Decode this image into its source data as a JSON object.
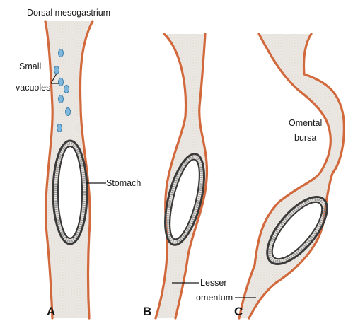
{
  "colors": {
    "membrane": "#d2693c",
    "membrane_dark": "#b8502a",
    "fill": "#ebe6e0",
    "stomach_ring": "#3a3a3a",
    "vacuole": "#7fb6dc",
    "text": "#1a1a1a"
  },
  "labels": {
    "dorsal_mesogastrium": "Dorsal mesogastrium",
    "small_vacuoles_1": "Small",
    "small_vacuoles_2": "vacuoles",
    "stomach": "Stomach",
    "omental_bursa_1": "Omental",
    "omental_bursa_2": "bursa",
    "lesser_omentum_1": "Lesser",
    "lesser_omentum_2": "omentum"
  },
  "panels": {
    "a": "A",
    "b": "B",
    "c": "C"
  }
}
